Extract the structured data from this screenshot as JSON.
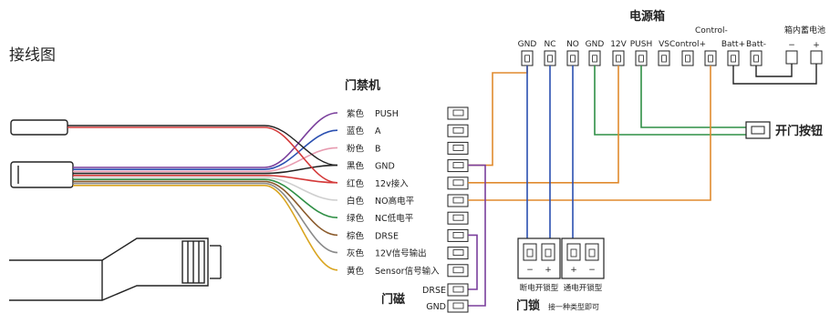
{
  "page_title": "接线图",
  "controller": {
    "title": "门禁机",
    "wires": [
      {
        "color_name": "紫色",
        "signal": "PUSH",
        "hex": "#7a3f9c"
      },
      {
        "color_name": "蓝色",
        "signal": "A",
        "hex": "#2a4fb0"
      },
      {
        "color_name": "粉色",
        "signal": "B",
        "hex": "#e79bb0"
      },
      {
        "color_name": "黑色",
        "signal": "GND",
        "hex": "#222222"
      },
      {
        "color_name": "红色",
        "signal": "12v接入",
        "hex": "#d43a3a"
      },
      {
        "color_name": "白色",
        "signal": "NO高电平",
        "hex": "#cfcfcf"
      },
      {
        "color_name": "绿色",
        "signal": "NC低电平",
        "hex": "#2f8f45"
      },
      {
        "color_name": "棕色",
        "signal": "DRSE",
        "hex": "#8a5a2b"
      },
      {
        "color_name": "灰色",
        "signal": "12V信号输出",
        "hex": "#8a8a8a"
      },
      {
        "color_name": "黄色",
        "signal": "Sensor信号输入",
        "hex": "#d9a520"
      }
    ]
  },
  "power_box": {
    "title": "电源箱",
    "terminals": [
      "GND",
      "NC",
      "NO",
      "GND",
      "12V",
      "PUSH",
      "VS",
      "Control+",
      "Batt+",
      "Batt-"
    ],
    "control_minus_label": "Control-",
    "battery": {
      "label": "箱内蓄电池",
      "minus": "−",
      "plus": "+"
    }
  },
  "exit_button": {
    "label": "开门按钮"
  },
  "door_sensor": {
    "title": "门磁",
    "pins": [
      "DRSE",
      "GND"
    ]
  },
  "door_lock": {
    "title": "门锁",
    "note": "接一种类型即可",
    "types": [
      {
        "label": "断电开锁型",
        "pins": [
          "−",
          "+"
        ]
      },
      {
        "label": "通电开锁型",
        "pins": [
          "+",
          "−"
        ]
      }
    ]
  },
  "colors": {
    "orange": "#e08a2e",
    "blue": "#2a4fb0",
    "green": "#2f8f45",
    "purple": "#7a3f9c",
    "black": "#222222"
  }
}
